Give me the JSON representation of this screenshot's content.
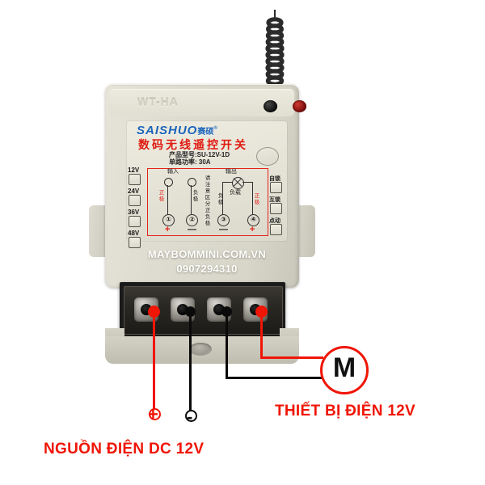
{
  "device": {
    "emboss_code": "WT-HA",
    "brand": "SAISHUO",
    "brand_cn": "赛硕",
    "registered_mark": "®",
    "title_cn": "数码无线遥控开关",
    "model_line": "产品型号:SU-12V-1D",
    "power_line": "单路功率:      30A",
    "leds": [
      {
        "name": "black-button",
        "color": "#101010"
      },
      {
        "name": "red-indicator",
        "color": "#8b0e0d"
      }
    ],
    "learn_button": "round-blank-button"
  },
  "diagram": {
    "input_label": "输入",
    "output_label": "输出",
    "load_label": "负载",
    "warning_vertical": "请注意区分正负极",
    "terminals": [
      {
        "num": "①",
        "sign": "+",
        "polarity_cn": "正极",
        "polarity_color": "#e4231b",
        "group": "input"
      },
      {
        "num": "②",
        "sign": "—",
        "polarity_cn": "负极",
        "polarity_color": "#1a1a1a",
        "group": "input"
      },
      {
        "num": "③",
        "sign": "—",
        "polarity_cn": "负极",
        "polarity_color": "#1a1a1a",
        "group": "output"
      },
      {
        "num": "④",
        "sign": "+",
        "polarity_cn": "正极",
        "polarity_color": "#e4231b",
        "group": "output"
      }
    ],
    "border_color": "#e4231b"
  },
  "voltage_selector": {
    "options": [
      "12V",
      "24V",
      "36V",
      "48V"
    ]
  },
  "mode_selector": {
    "options": [
      "自锁",
      "互锁",
      "点动"
    ]
  },
  "watermark": {
    "line1": "MAYBOMMINI.COM.VN",
    "line2": "0907294310"
  },
  "terminal_block": {
    "screws": [
      {
        "index": 1,
        "marker": "red-dot",
        "color": "#f01505"
      },
      {
        "index": 2,
        "marker": "black-dot",
        "color": "#0a0a0a"
      },
      {
        "index": 3,
        "marker": "black-dot",
        "color": "#0a0a0a"
      },
      {
        "index": 4,
        "marker": "red-dot",
        "color": "#f01505"
      }
    ]
  },
  "wiring": {
    "source_plus_sign": "+",
    "source_minus_sign": "-",
    "source_caption": "NGUỒN ĐIỆN DC 12V",
    "device_caption": "THIẾT BỊ ĐIỆN 12V",
    "motor_symbol": "M",
    "positive_color": "#f01505",
    "negative_color": "#0a0a0a"
  }
}
